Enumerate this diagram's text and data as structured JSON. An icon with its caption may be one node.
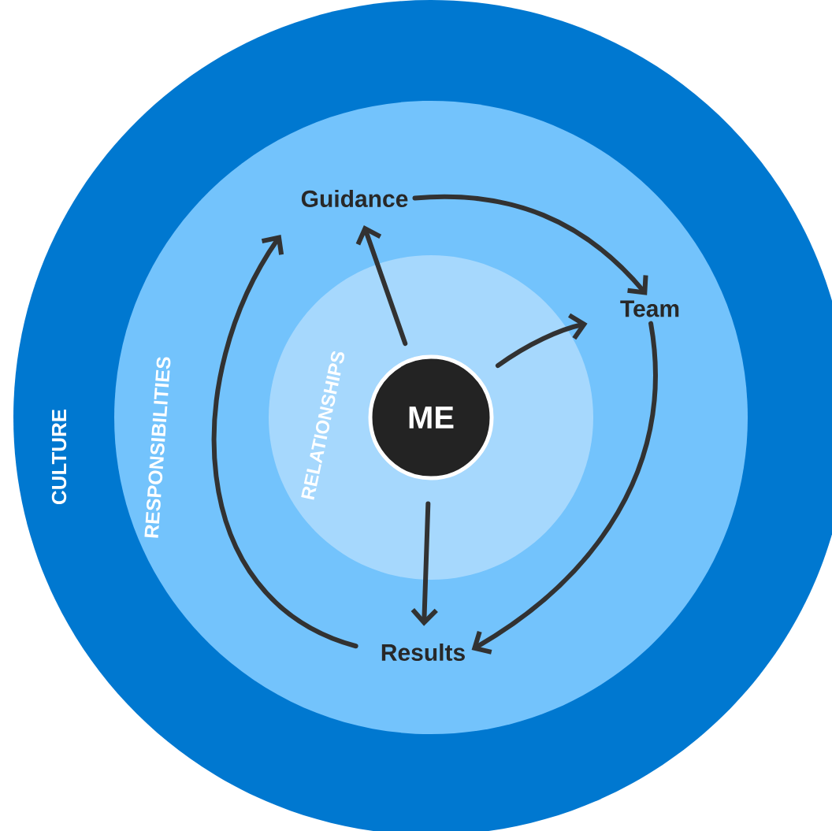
{
  "diagram": {
    "nodes": [
      {
        "text": [
          "CULTURE"
        ]
      },
      {
        "text": [
          "RESPONSIBILITIES"
        ],
        "in": 0
      },
      {
        "text": [
          "RELATIONSHIPS"
        ],
        "in": 1
      },
      {
        "text": [
          "ME"
        ],
        "in": 2
      },
      {
        "text": [
          "Guidance"
        ],
        "in": 1
      },
      {
        "text": [
          "Team"
        ],
        "in": 1
      },
      {
        "text": [
          "Results"
        ],
        "in": 1
      }
    ],
    "edges": [
      {
        "from": 3,
        "to": 4,
        "arrow": "to"
      },
      {
        "from": 3,
        "to": 5,
        "arrow": "to"
      },
      {
        "from": 3,
        "to": 6,
        "arrow": "to"
      },
      {
        "from": 4,
        "to": 5,
        "arrow": "to"
      },
      {
        "from": 5,
        "to": 6,
        "arrow": "to"
      },
      {
        "from": 6,
        "to": 4,
        "arrow": "to"
      }
    ]
  }
}
